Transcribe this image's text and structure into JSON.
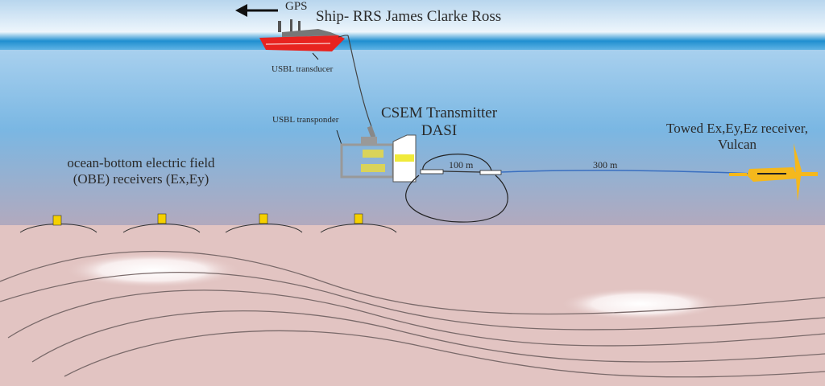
{
  "labels": {
    "gps": "GPS",
    "ship": "Ship- RRS James Clarke Ross",
    "usbl_transducer": "USBL transducer",
    "usbl_transponder": "USBL transponder",
    "csem_line1": "CSEM Transmitter",
    "csem_line2": "DASI",
    "obe_line1": "ocean-bottom electric field",
    "obe_line2": "(OBE) receivers (Ex,Ey)",
    "towed_line1": "Towed Ex,Ey,Ez receiver,",
    "towed_line2": "Vulcan",
    "dist_100": "100 m",
    "dist_300": "300 m"
  },
  "colors": {
    "ship_hull": "#e8231f",
    "receiver": "#f5b81c",
    "seabed": "#e2c4c2",
    "cable": "#3a6fc0"
  }
}
